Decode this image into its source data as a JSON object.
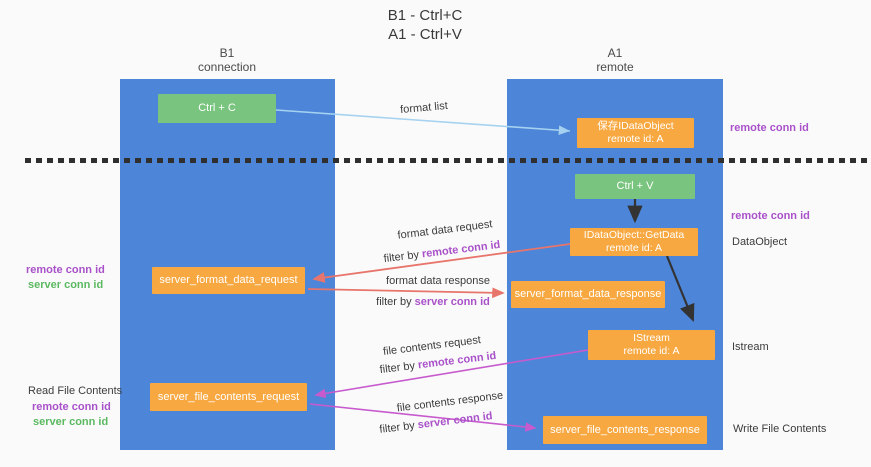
{
  "title": {
    "line1": "B1 - Ctrl+C",
    "line2": "A1 - Ctrl+V"
  },
  "columns": {
    "left": {
      "header_line1": "B1",
      "header_line2": "connection"
    },
    "right": {
      "header_line1": "A1",
      "header_line2": "remote"
    }
  },
  "boxes": {
    "ctrl_c": "Ctrl + C",
    "ctrl_v": "Ctrl + V",
    "save_dataobject": {
      "line1": "保存IDataObject",
      "line2": "remote id: A"
    },
    "getdata": {
      "line1": "IDataObject::GetData",
      "line2": "remote id: A"
    },
    "istream": {
      "line1": "IStream",
      "line2": "remote id: A"
    },
    "format_request": "server_format_data_request",
    "format_response": "server_format_data_response",
    "file_request": "server_file_contents_request",
    "file_response": "server_file_contents_response"
  },
  "flow": {
    "format_list": "format list",
    "format_data_request": "format data request",
    "format_data_response": "format data response",
    "file_contents_request": "file contents request",
    "file_contents_response": "file contents response",
    "filter_by": "filter by ",
    "remote_conn_id": "remote conn id",
    "server_conn_id": "server conn id"
  },
  "left_labels": {
    "remote_conn_id_1": "remote conn id",
    "server_conn_id_1": "server conn id",
    "read_file_contents": "Read File Contents",
    "remote_conn_id_2": "remote conn id",
    "server_conn_id_2": "server conn id"
  },
  "right_labels": {
    "remote_conn_id_1": "remote conn id",
    "remote_conn_id_2": "remote conn id",
    "dataobject": "DataObject",
    "istream": "Istream",
    "write_file_contents": "Write File Contents"
  },
  "colors": {
    "background": "#fafafa",
    "column_blue": "#4d85d8",
    "box_green": "#79c47e",
    "box_orange": "#f7a841",
    "arrow_light_blue": "#a5d2f0",
    "arrow_red": "#e8756b",
    "arrow_magenta": "#c75bce",
    "arrow_black": "#333333",
    "text_purple": "#a951c9",
    "text_green": "#5bb961",
    "text_dark": "#3c3c3c"
  }
}
